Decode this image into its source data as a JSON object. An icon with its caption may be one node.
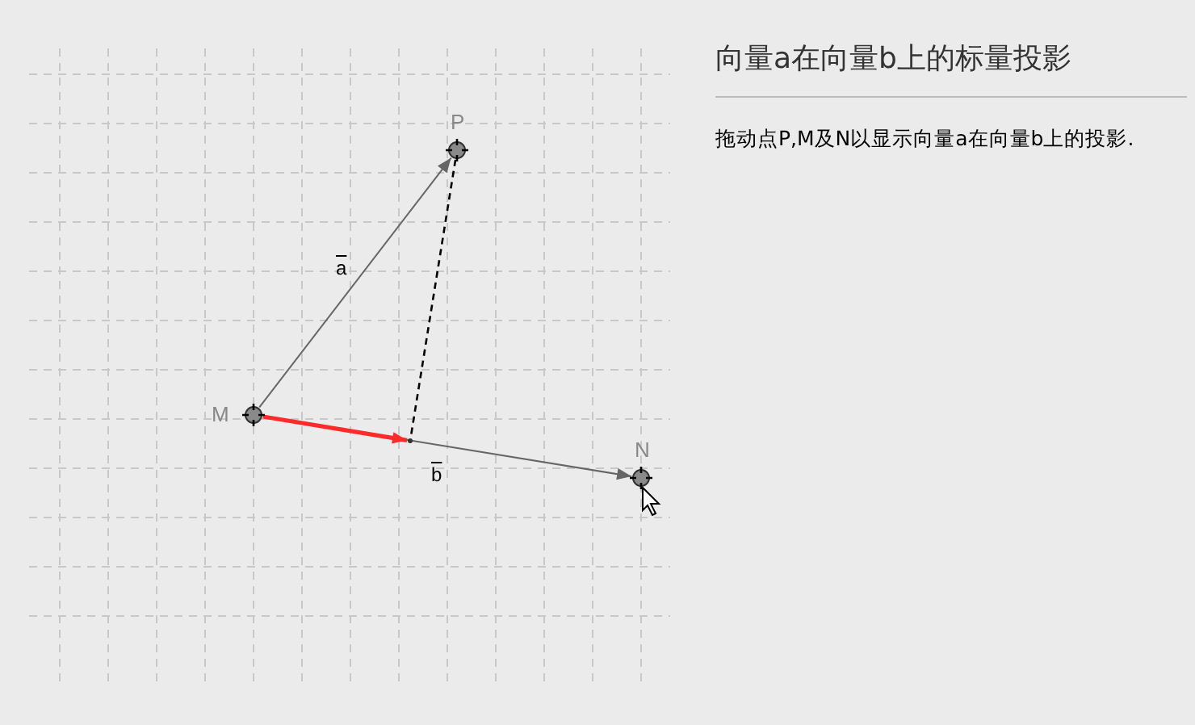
{
  "diagram": {
    "title": "向量a在向量b上的标量投影",
    "nodes": [
      {
        "text": [
          "P"
        ]
      },
      {
        "text": [
          "M"
        ]
      },
      {
        "text": [],
        "shape": "circle"
      },
      {
        "text": [
          "N"
        ]
      }
    ],
    "edges": [
      {
        "from": 1,
        "to": 0,
        "arrow": "to",
        "label": "a"
      },
      {
        "from": 1,
        "to": 3,
        "arrow": "to",
        "label": "b"
      },
      {
        "from": 1,
        "to": 2,
        "arrow": "to",
        "style": "thick",
        "color": "#ff2a2a"
      },
      {
        "from": 0,
        "to": 2,
        "arrow": "none",
        "style": "dashed",
        "color": "#000000"
      }
    ],
    "labels": [
      "拖动点P,M及N以显示向量a在向量b上的投影."
    ]
  }
}
